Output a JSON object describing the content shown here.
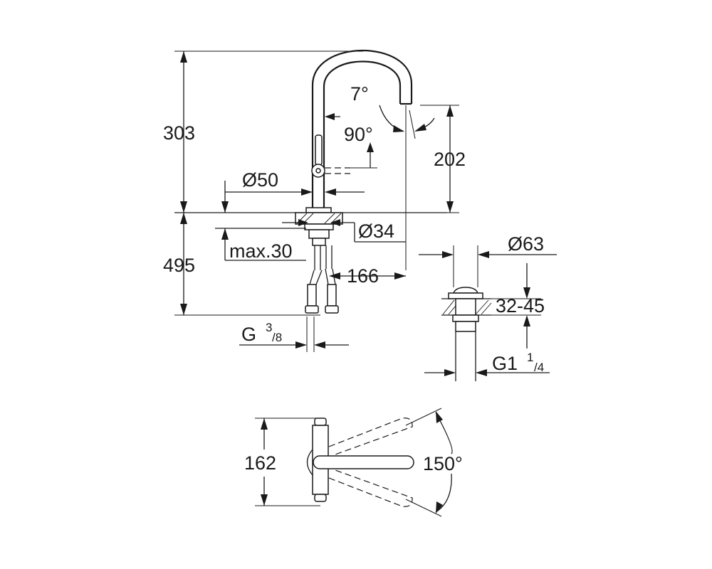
{
  "dimensions": {
    "height_total": "303",
    "spout_height": "202",
    "spout_angle": "7°",
    "lever_angle": "90°",
    "base_diameter": "Ø50",
    "hole_diameter": "Ø34",
    "counter_thickness": "max.30",
    "below_counter": "495",
    "spout_reach": "166",
    "waste_diameter": "Ø63",
    "waste_range": "32-45",
    "hose_thread": {
      "main": "G",
      "sup": "3",
      "sub": "/8"
    },
    "waste_thread": {
      "main": "G1",
      "sup": "1",
      "sub": "/4"
    },
    "top_width": "162",
    "swivel_angle": "150°"
  }
}
